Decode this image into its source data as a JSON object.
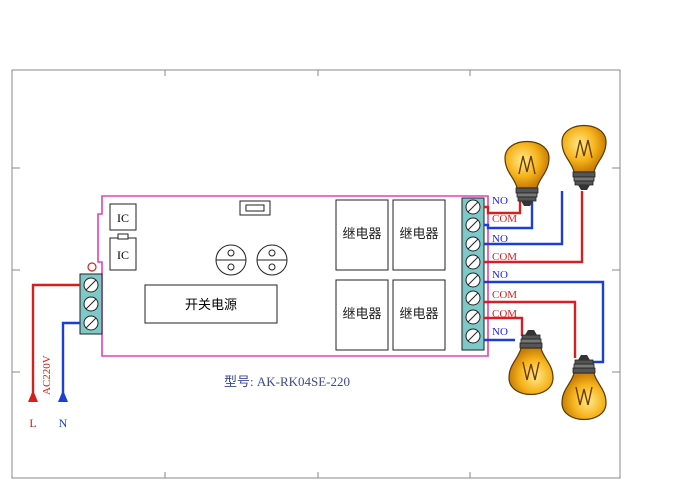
{
  "board": {
    "ic1_label": "IC",
    "ic2_label": "IC",
    "power_module_label": "开关电源",
    "relay_labels": [
      "继电器",
      "继电器",
      "继电器",
      "继电器"
    ],
    "model_label": "型号: AK-RK04SE-220"
  },
  "input": {
    "voltage_label": "AC220V",
    "live_label": "L",
    "neutral_label": "N"
  },
  "terminals": {
    "labels": [
      "NO",
      "COM",
      "NO",
      "COM",
      "NO",
      "COM",
      "COM",
      "NO"
    ],
    "colors": [
      "#1a1aff",
      "#d62020",
      "#1a1aff",
      "#d62020",
      "#1a1aff",
      "#d62020",
      "#d62020",
      "#1a1aff"
    ]
  },
  "colors": {
    "live_wire": "#d62020",
    "neutral_wire": "#1a3fd6",
    "board_outline": "#e040c0",
    "bulb_glass": "#f5b21a",
    "terminal_block": "#7fc8c8"
  }
}
